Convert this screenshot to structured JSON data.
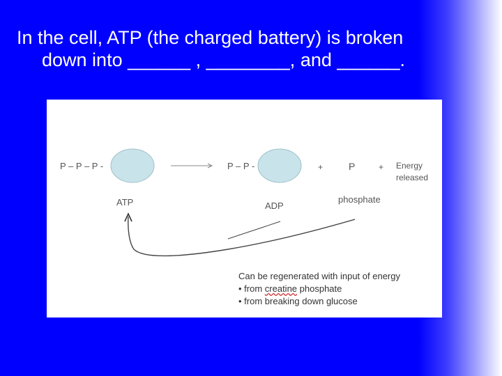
{
  "slide": {
    "title_line1": "In the cell, ATP (the charged battery) is broken",
    "title_line2": "down into ______ , ________, and ______."
  },
  "diagram": {
    "atp_chain": "P – P – P -",
    "adp_chain": "P – P -",
    "plus": "+",
    "phosphate_symbol": "P",
    "energy_label_line1": "Energy",
    "energy_label_line2": "released",
    "atp_label": "ATP",
    "adp_label": "ADP",
    "phosphate_label": "phosphate",
    "note_line1": "Can be regenerated with input of energy",
    "note_line2_prefix": "• from ",
    "note_line2_underlined": "creatine",
    "note_line2_suffix": " phosphate",
    "note_line3": "• from breaking down glucose"
  },
  "colors": {
    "background": "#0000ff",
    "molecule_fill": "#c9e3ea",
    "title_text": "#ffffff"
  }
}
